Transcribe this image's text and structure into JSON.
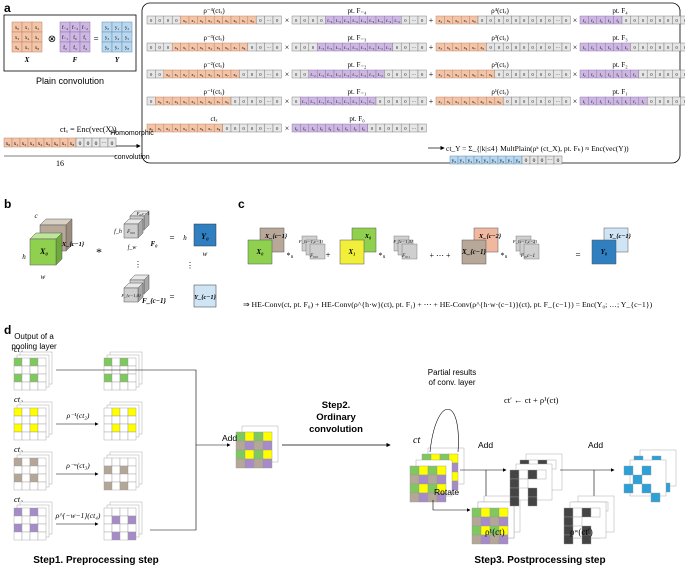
{
  "panel_labels": {
    "a": "a",
    "b": "b",
    "c": "c",
    "d": "d"
  },
  "colors": {
    "x_cell": "#f2c4a8",
    "x_border": "#c08060",
    "f_cell": "#cdb8e2",
    "f_border": "#8f6fb0",
    "y_cell": "#b9d7ee",
    "y_border": "#5e8fb8",
    "zero_cell": "#e6e6e6",
    "zero_border": "#777777",
    "x0_green": "#8fd14f",
    "x_brown": "#b8a89a",
    "f_gray": "#cfcfcf",
    "y_blue": "#2f7fc1",
    "y_light": "#cfe4f5",
    "x1_yellow": "#f2ef3b",
    "xc2_salmon": "#f1b8a0",
    "purple": "#b08fcf",
    "cell_yellow": "#ffff00",
    "cell_green": "#7fc860",
    "cell_brown": "#b5a797",
    "cell_purple": "#a58cc8",
    "cell_blue": "#2ea0d8",
    "gray_dark": "#444444"
  },
  "panel_a": {
    "X_cells": [
      "x₀",
      "x₁",
      "x₂",
      "x₃",
      "x₄",
      "x₅",
      "x₆",
      "x₇",
      "x₈"
    ],
    "F_cells": [
      "f₋₄",
      "f₋₃",
      "f₋₂",
      "f₋₁",
      "f₀",
      "f₁",
      "f₂",
      "f₃",
      "f₄"
    ],
    "Y_cells": [
      "y₀",
      "y₁",
      "y₂",
      "y₃",
      "y₄",
      "y₅",
      "y₆",
      "y₇",
      "y₈"
    ],
    "otimes": "⊗",
    "equals": "=",
    "X_label": "X",
    "F_label": "F",
    "Y_label": "Y",
    "plain_label": "Plain convolution",
    "ctx_formula": "ctₓ = Enc(vec(X))",
    "ctx_row": [
      "x₀",
      "x₁",
      "x₂",
      "x₃",
      "x₄",
      "x₅",
      "x₆",
      "x₇",
      "x₈",
      "0",
      "0",
      "0",
      "⋯",
      "0"
    ],
    "sixteen": "16",
    "homomorphic": "Homomorphic",
    "convolution": "convolution",
    "left_rows": [
      {
        "rho": "ρ⁻⁴(ctₓ)",
        "pt": "pt. F₋₄"
      },
      {
        "rho": "ρ⁻³(ctₓ)",
        "pt": "pt. F₋₃"
      },
      {
        "rho": "ρ⁻²(ctₓ)",
        "pt": "pt. F₋₂"
      },
      {
        "rho": "ρ⁻¹(ctₓ)",
        "pt": "pt. F₋₁"
      },
      {
        "rho": "ctₓ",
        "pt": "pt. F₀"
      }
    ],
    "right_rows": [
      {
        "rho": "ρ⁴(ctₓ)",
        "pt": "pt. F₄"
      },
      {
        "rho": "ρ³(ctₓ)",
        "pt": "pt. F₃"
      },
      {
        "rho": "ρ²(ctₓ)",
        "pt": "pt. F₂"
      },
      {
        "rho": "ρ¹(ctₓ)",
        "pt": "pt. F₁"
      }
    ],
    "cty_formula": "ct_Y = Σ_{|k|≤4} MultPlain(ρᵏ (ct_X), pt. Fₖ) ≈ Enc(vec(Y))",
    "cty_row": [
      "y₀",
      "y₁",
      "y₂",
      "y₃",
      "y₄",
      "y₅",
      "y₆",
      "y₇",
      "y₈",
      "0",
      "0",
      "0",
      "⋯",
      "0"
    ],
    "times": "×",
    "plus": "+"
  },
  "panel_b": {
    "c": "c",
    "h": "h",
    "w": "w",
    "X0": "X₀",
    "Xc1": "X_{c−1}",
    "star": "*",
    "F0": "F₀",
    "F00": "F₀,₀",
    "F0c1": "F₀,c−1",
    "Fc1": "F_{c−1}",
    "Fc10": "F_{c−1,0}",
    "fh": "f_h",
    "fw": "f_w",
    "vdots": "⋮",
    "eq": "=",
    "Y0": "Y₀",
    "Yc1": "Y_{c−1}"
  },
  "panel_c": {
    "groups": [
      {
        "back": "X_{c−1}",
        "front": "X₀",
        "filter": "F_{c−1,c−1}",
        "front_f": "F₀,₀"
      },
      {
        "back": "X₀",
        "front": "X₁",
        "filter": "F_{c−1,0}",
        "front_f": "F₀,₁"
      },
      {
        "back": "X_{c−2}",
        "front": "X_{c−1}",
        "filter": "F_{c−1,c−2}",
        "front_f": "F₀,c−1"
      }
    ],
    "star_s": "*ₛ",
    "plus": "+",
    "dots": "+ ⋯ +",
    "eq": "=",
    "Yc1": "Y_{c−1}",
    "Y0": "Y₀",
    "formula": "⇒  HE-Conv(ct, pt. F₀)  +  HE-Conv(ρ^{h·w}(ct), pt. F₁)  +  ⋯  +  HE-Conv(ρ^{h·w·(c−1)}(ct), pt. F_{c−1})  =  Enc(Y₀; …; Y_{c−1})"
  },
  "panel_d": {
    "output_label": [
      "Output of a",
      "pooling layer"
    ],
    "ct_labels": [
      "ct₁",
      "ct₂",
      "ct₃",
      "ct₃"
    ],
    "rho_labels": [
      "ρ⁻¹(ct₂)",
      "ρ⁻ʷ(ct₃)",
      "ρ^{−w−1}(ct₄)"
    ],
    "add": "Add",
    "step2": [
      "Step2.",
      "Ordinary",
      "convolution"
    ],
    "partial": [
      "Partial results",
      "of conv. layer"
    ],
    "ct": "ct",
    "ct_prime": "ct′ ← ct + ρ¹(ct)",
    "add2": "Add",
    "add3": "Add",
    "rotate": "Rotate",
    "rho1": "ρ¹(ct)",
    "rhow": "ρʷ(ct′)",
    "step1": "Step1. Preprocessing step",
    "step3": "Step3. Postprocessing step"
  }
}
